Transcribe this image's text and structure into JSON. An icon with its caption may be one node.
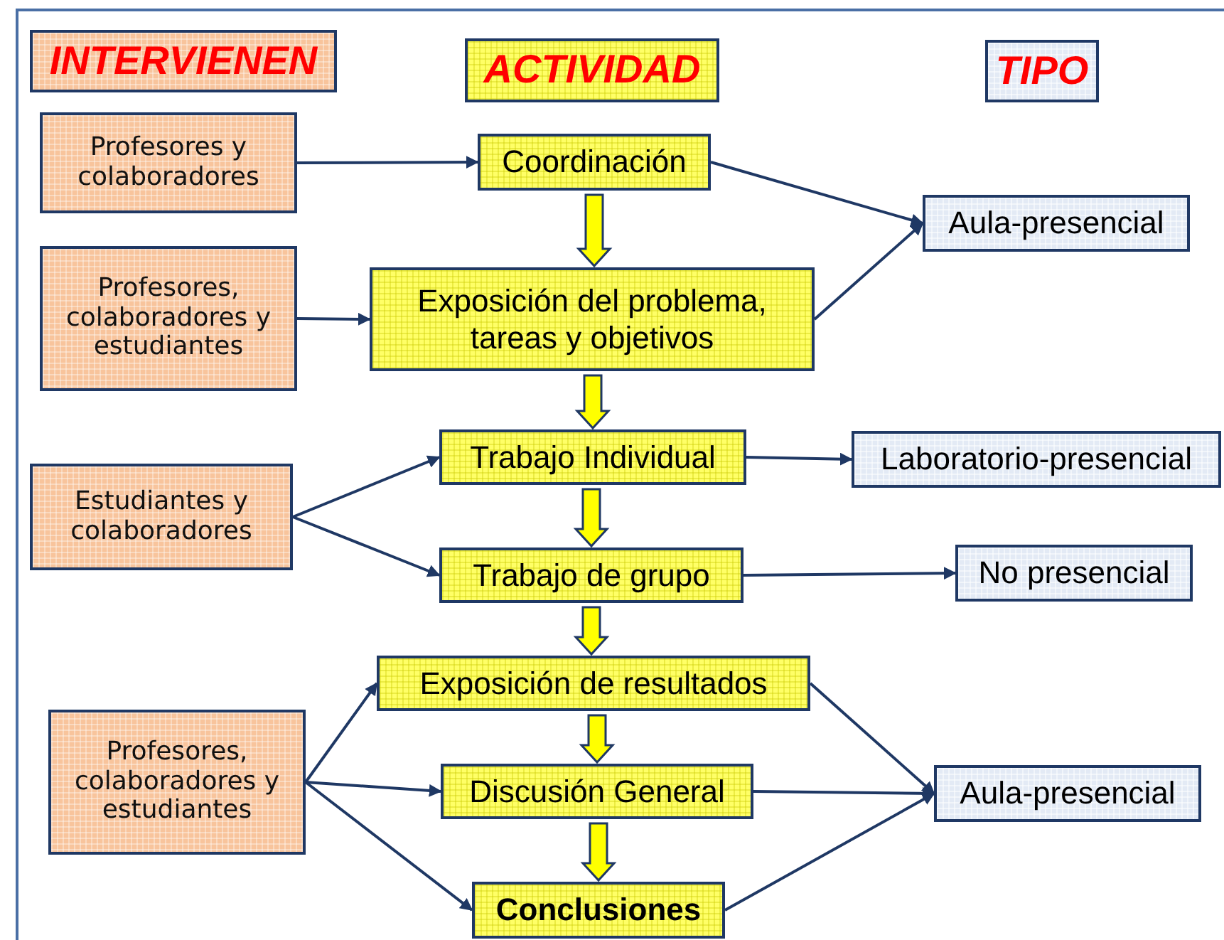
{
  "diagram": {
    "nodes": [
      {
        "text": [
          "INTERVIENEN"
        ]
      },
      {
        "text": [
          "ACTIVIDAD"
        ]
      },
      {
        "text": [
          "TIPO"
        ]
      },
      {
        "text": [
          "Profesores y colaboradores"
        ]
      },
      {
        "text": [
          "Coordinación"
        ]
      },
      {
        "text": [
          "Aula-presencial"
        ]
      },
      {
        "text": [
          "Profesores, colaboradores y estudiantes"
        ]
      },
      {
        "text": [
          "Exposición del problema, tareas y objetivos"
        ]
      },
      {
        "text": [
          "Estudiantes y colaboradores"
        ]
      },
      {
        "text": [
          "Trabajo Individual"
        ]
      },
      {
        "text": [
          "Laboratorio-presencial"
        ]
      },
      {
        "text": [
          "Trabajo de grupo"
        ]
      },
      {
        "text": [
          "No presencial"
        ]
      },
      {
        "text": [
          "Exposición de resultados"
        ]
      },
      {
        "text": [
          "Profesores, colaboradores y estudiantes"
        ]
      },
      {
        "text": [
          "Discusión General"
        ]
      },
      {
        "text": [
          "Aula-presencial"
        ]
      },
      {
        "text": [
          "Conclusiones"
        ]
      }
    ],
    "edges": [
      {
        "from": 3,
        "to": 4,
        "arrow": "to"
      },
      {
        "from": 4,
        "to": 5,
        "arrow": "to"
      },
      {
        "from": 4,
        "to": 7,
        "arrow": "to",
        "style": "thick",
        "color": "#ffff00"
      },
      {
        "from": 6,
        "to": 7,
        "arrow": "to"
      },
      {
        "from": 7,
        "to": 5,
        "arrow": "to"
      },
      {
        "from": 7,
        "to": 9,
        "arrow": "to",
        "style": "thick",
        "color": "#ffff00"
      },
      {
        "from": 8,
        "to": 9,
        "arrow": "to"
      },
      {
        "from": 8,
        "to": 11,
        "arrow": "to"
      },
      {
        "from": 9,
        "to": 10,
        "arrow": "to"
      },
      {
        "from": 9,
        "to": 11,
        "arrow": "to",
        "style": "thick",
        "color": "#ffff00"
      },
      {
        "from": 11,
        "to": 12,
        "arrow": "to"
      },
      {
        "from": 11,
        "to": 13,
        "arrow": "to",
        "style": "thick",
        "color": "#ffff00"
      },
      {
        "from": 14,
        "to": 13,
        "arrow": "to"
      },
      {
        "from": 14,
        "to": 15,
        "arrow": "to"
      },
      {
        "from": 14,
        "to": 17,
        "arrow": "to"
      },
      {
        "from": 13,
        "to": 15,
        "arrow": "to",
        "style": "thick",
        "color": "#ffff00"
      },
      {
        "from": 15,
        "to": 17,
        "arrow": "to",
        "style": "thick",
        "color": "#ffff00"
      },
      {
        "from": 13,
        "to": 16,
        "arrow": "to"
      },
      {
        "from": 15,
        "to": 16,
        "arrow": "to"
      },
      {
        "from": 17,
        "to": 16,
        "arrow": "to"
      }
    ]
  }
}
